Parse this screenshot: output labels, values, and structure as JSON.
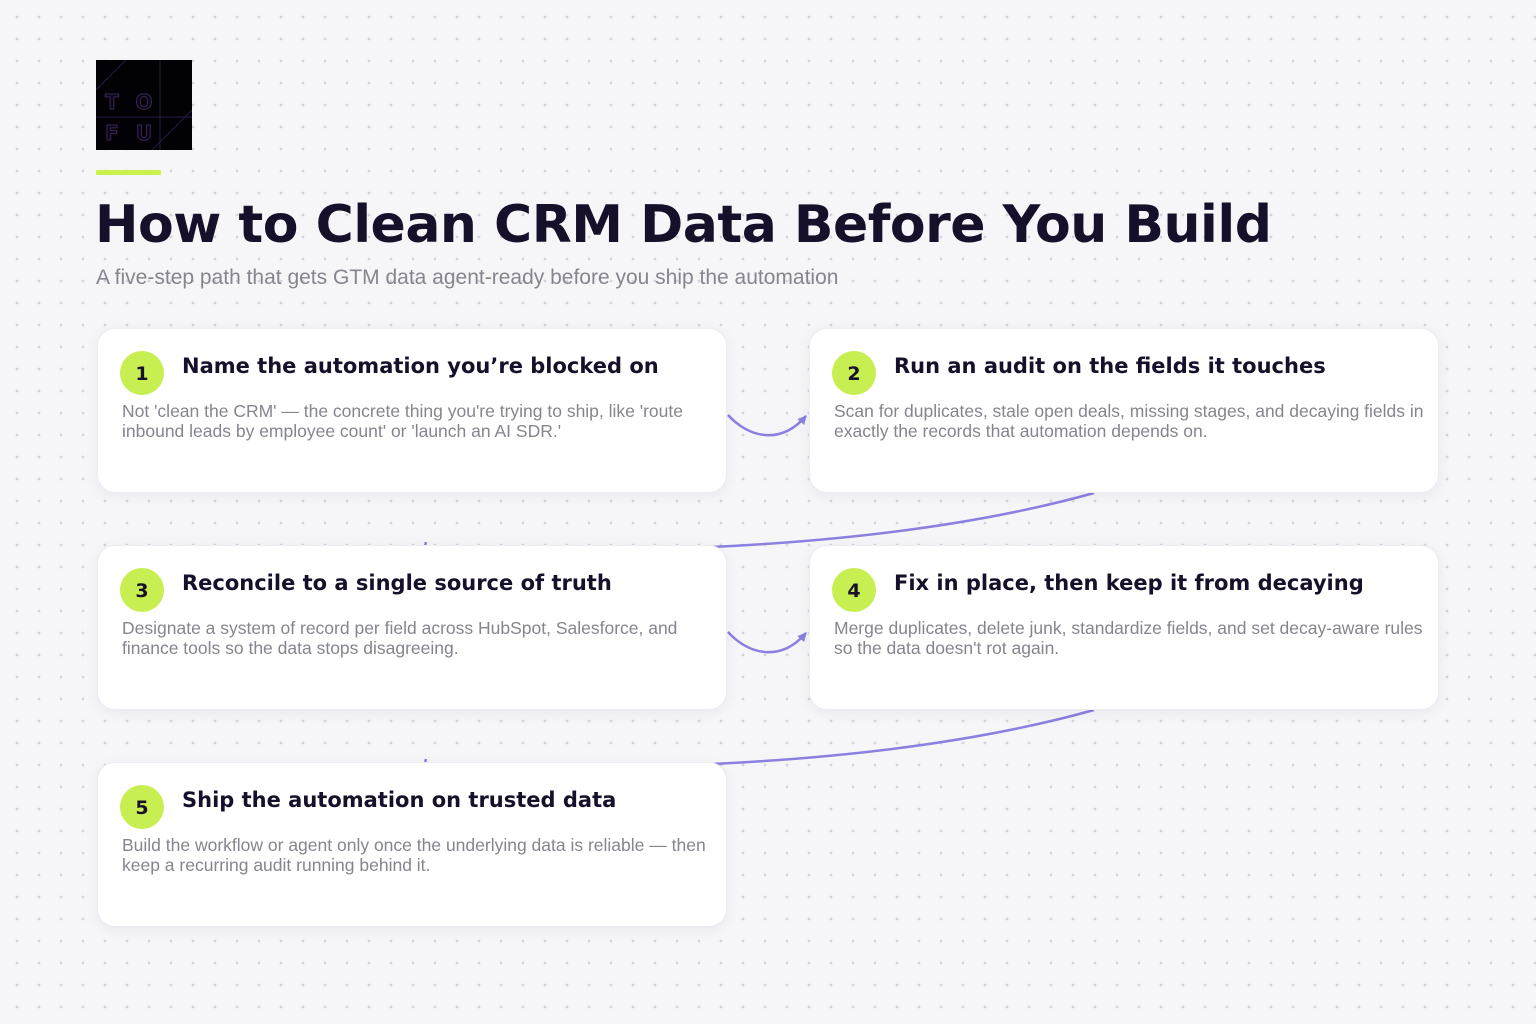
{
  "brand": {
    "logo_letters": [
      "T",
      "O",
      "F",
      "U"
    ],
    "accent_color": "#c8ef52",
    "connector_color": "#8b7fe0"
  },
  "header": {
    "title": "How to Clean CRM Data Before You Build",
    "subtitle": "A five-step path that gets GTM data agent-ready before you ship the automation"
  },
  "steps": [
    {
      "number": "1",
      "title": "Name the automation you’re blocked on",
      "description": "Not 'clean the CRM' — the concrete thing you're trying to ship, like 'route inbound leads by employee count' or 'launch an AI SDR.'"
    },
    {
      "number": "2",
      "title": "Run an audit on the fields it touches",
      "description": "Scan for duplicates, stale open deals, missing stages, and decaying fields in exactly the records that automation depends on."
    },
    {
      "number": "3",
      "title": "Reconcile to a single source of truth",
      "description": "Designate a system of record per field across HubSpot, Salesforce, and finance tools so the data stops disagreeing."
    },
    {
      "number": "4",
      "title": "Fix in place, then keep it from decaying",
      "description": "Merge duplicates, delete junk, standardize fields, and set decay-aware rules so the data doesn't rot again."
    },
    {
      "number": "5",
      "title": "Ship the automation on trusted data",
      "description": "Build the workflow or agent only once the underlying data is reliable — then keep a recurring audit running behind it."
    }
  ]
}
